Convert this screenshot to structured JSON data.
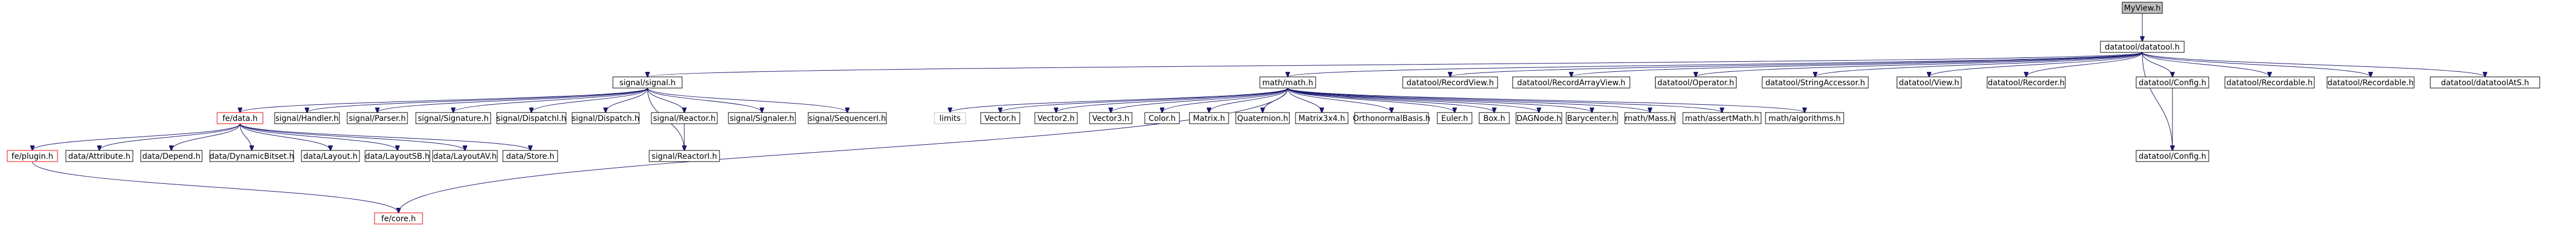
{
  "diagram": {
    "colors": {
      "edge": "#191970",
      "node_border": "#000000",
      "node_border_red": "#ff0000",
      "node_border_grey": "#bfbfbf",
      "node_fill": "#ffffff",
      "root_fill": "#bfbfbf"
    },
    "nodes": [
      {
        "id": "myview",
        "label": "MyView.h",
        "style": "root"
      },
      {
        "id": "datatool",
        "label": "datatool/datatool.h"
      },
      {
        "id": "signal",
        "label": "signal/signal.h"
      },
      {
        "id": "math",
        "label": "math/math.h"
      },
      {
        "id": "recordview",
        "label": "datatool/RecordView.h"
      },
      {
        "id": "recordarrayview",
        "label": "datatool/RecordArrayView.h"
      },
      {
        "id": "operator",
        "label": "datatool/Operator.h"
      },
      {
        "id": "stringaccessor",
        "label": "datatool/StringAccessor.h"
      },
      {
        "id": "dview",
        "label": "datatool/View.h"
      },
      {
        "id": "recorder",
        "label": "datatool/Recorder.h"
      },
      {
        "id": "dconfig",
        "label": "datatool/Config.h"
      },
      {
        "id": "recordable",
        "label": "datatool/Recordable.h"
      },
      {
        "id": "recordable2",
        "label": "datatool/Recordable.h"
      },
      {
        "id": "datatoolats",
        "label": "datatool/datatoolAtS.h"
      },
      {
        "id": "fedata",
        "label": "fe/data.h",
        "style": "red"
      },
      {
        "id": "sighandler",
        "label": "signal/Handler.h"
      },
      {
        "id": "sigparser",
        "label": "signal/Parser.h"
      },
      {
        "id": "sigsignature",
        "label": "signal/Signature.h"
      },
      {
        "id": "sigdispatchi",
        "label": "signal/Dispatchl.h"
      },
      {
        "id": "sigdispatch",
        "label": "signal/Dispatch.h"
      },
      {
        "id": "sigreactor",
        "label": "signal/Reactor.h"
      },
      {
        "id": "signalerh",
        "label": "signal/Signaler.h"
      },
      {
        "id": "sigsequencer",
        "label": "signal/SequencerI.h"
      },
      {
        "id": "limits",
        "label": "limits",
        "style": "grey"
      },
      {
        "id": "vector",
        "label": "Vector.h"
      },
      {
        "id": "vector2",
        "label": "Vector2.h"
      },
      {
        "id": "vector3",
        "label": "Vector3.h"
      },
      {
        "id": "color",
        "label": "Color.h"
      },
      {
        "id": "matrix",
        "label": "Matrix.h"
      },
      {
        "id": "quaternion",
        "label": "Quaternion.h"
      },
      {
        "id": "matrix3x4",
        "label": "Matrix3x4.h"
      },
      {
        "id": "orthonormal",
        "label": "OrthonormalBasis.h"
      },
      {
        "id": "euler",
        "label": "Euler.h"
      },
      {
        "id": "box",
        "label": "Box.h"
      },
      {
        "id": "dagnode",
        "label": "DAGNode.h"
      },
      {
        "id": "barycenter",
        "label": "Barycenter.h"
      },
      {
        "id": "mathmass",
        "label": "math/Mass.h"
      },
      {
        "id": "assertmath",
        "label": "math/assertMath.h"
      },
      {
        "id": "algorithms",
        "label": "math/algorithms.h"
      },
      {
        "id": "dconfig2",
        "label": "datatool/Config.h"
      },
      {
        "id": "feplugin",
        "label": "fe/plugin.h",
        "style": "red"
      },
      {
        "id": "dattribute",
        "label": "data/Attribute.h"
      },
      {
        "id": "ddepend",
        "label": "data/Depend.h"
      },
      {
        "id": "ddynbitset",
        "label": "data/DynamicBitset.h"
      },
      {
        "id": "dlayout",
        "label": "data/Layout.h"
      },
      {
        "id": "dlayoutsb",
        "label": "data/LayoutSB.h"
      },
      {
        "id": "dlayoutav",
        "label": "data/LayoutAV.h"
      },
      {
        "id": "dstore",
        "label": "data/Store.h"
      },
      {
        "id": "reactori",
        "label": "signal/ReactorI.h"
      },
      {
        "id": "fecore",
        "label": "fe/core.h",
        "style": "red"
      }
    ],
    "edges": [
      [
        "myview",
        "datatool"
      ],
      [
        "datatool",
        "signal"
      ],
      [
        "datatool",
        "math"
      ],
      [
        "datatool",
        "recordview"
      ],
      [
        "datatool",
        "recordarrayview"
      ],
      [
        "datatool",
        "operator"
      ],
      [
        "datatool",
        "stringaccessor"
      ],
      [
        "datatool",
        "dview"
      ],
      [
        "datatool",
        "recorder"
      ],
      [
        "datatool",
        "dconfig"
      ],
      [
        "datatool",
        "recordable"
      ],
      [
        "datatool",
        "recordable2"
      ],
      [
        "datatool",
        "datatoolats"
      ],
      [
        "datatool",
        "dconfig2"
      ],
      [
        "dconfig",
        "dconfig2"
      ],
      [
        "signal",
        "fedata"
      ],
      [
        "signal",
        "sighandler"
      ],
      [
        "signal",
        "sigparser"
      ],
      [
        "signal",
        "sigsignature"
      ],
      [
        "signal",
        "sigdispatchi"
      ],
      [
        "signal",
        "sigdispatch"
      ],
      [
        "signal",
        "sigreactor"
      ],
      [
        "signal",
        "signalerh"
      ],
      [
        "signal",
        "sigsequencer"
      ],
      [
        "signal",
        "reactori"
      ],
      [
        "sigreactor",
        "reactori"
      ],
      [
        "math",
        "limits"
      ],
      [
        "math",
        "vector"
      ],
      [
        "math",
        "vector2"
      ],
      [
        "math",
        "vector3"
      ],
      [
        "math",
        "color"
      ],
      [
        "math",
        "matrix"
      ],
      [
        "math",
        "quaternion"
      ],
      [
        "math",
        "matrix3x4"
      ],
      [
        "math",
        "orthonormal"
      ],
      [
        "math",
        "euler"
      ],
      [
        "math",
        "box"
      ],
      [
        "math",
        "dagnode"
      ],
      [
        "math",
        "barycenter"
      ],
      [
        "math",
        "mathmass"
      ],
      [
        "math",
        "assertmath"
      ],
      [
        "math",
        "algorithms"
      ],
      [
        "math",
        "fecore"
      ],
      [
        "fedata",
        "feplugin"
      ],
      [
        "fedata",
        "dattribute"
      ],
      [
        "fedata",
        "ddepend"
      ],
      [
        "fedata",
        "ddynbitset"
      ],
      [
        "fedata",
        "dlayout"
      ],
      [
        "fedata",
        "dlayoutsb"
      ],
      [
        "fedata",
        "dlayoutav"
      ],
      [
        "fedata",
        "dstore"
      ],
      [
        "feplugin",
        "fecore"
      ]
    ]
  }
}
